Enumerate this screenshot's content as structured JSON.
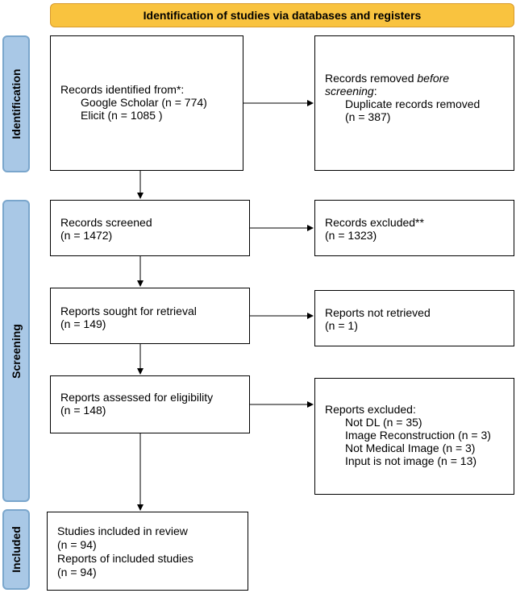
{
  "banner": "Identification of studies via databases and registers",
  "phases": {
    "identification": "Identification",
    "screening": "Screening",
    "included": "Included"
  },
  "identified": {
    "title": "Records identified from*:",
    "google": "Google Scholar (n = 774)",
    "elicit": "Elicit (n = 1085 )"
  },
  "removed": {
    "line1_a": "Records removed ",
    "line1_b": "before",
    "line2_a": "screening",
    "line2_b": ":",
    "line3": "Duplicate records removed",
    "line4": "(n = 387)"
  },
  "screened": {
    "title": "Records screened",
    "n": "(n = 1472)"
  },
  "excluded": {
    "title": "Records excluded**",
    "n": "(n = 1323)"
  },
  "sought": {
    "title": "Reports sought for retrieval",
    "n": "(n = 149)"
  },
  "not_retrieved": {
    "title": "Reports not retrieved",
    "n": "(n = 1)"
  },
  "assessed": {
    "title": "Reports assessed for eligibility",
    "n": "(n = 148)"
  },
  "reports_excluded": {
    "title": "Reports excluded:",
    "reasons": [
      "Not DL (n = 35)",
      "Image Reconstruction (n = 3)",
      "Not Medical Image (n = 3)",
      "Input is not image (n = 13)"
    ]
  },
  "included": {
    "line1": "Studies included in review",
    "line2": "(n = 94)",
    "line3": "Reports of included studies",
    "line4": "(n = 94)"
  }
}
